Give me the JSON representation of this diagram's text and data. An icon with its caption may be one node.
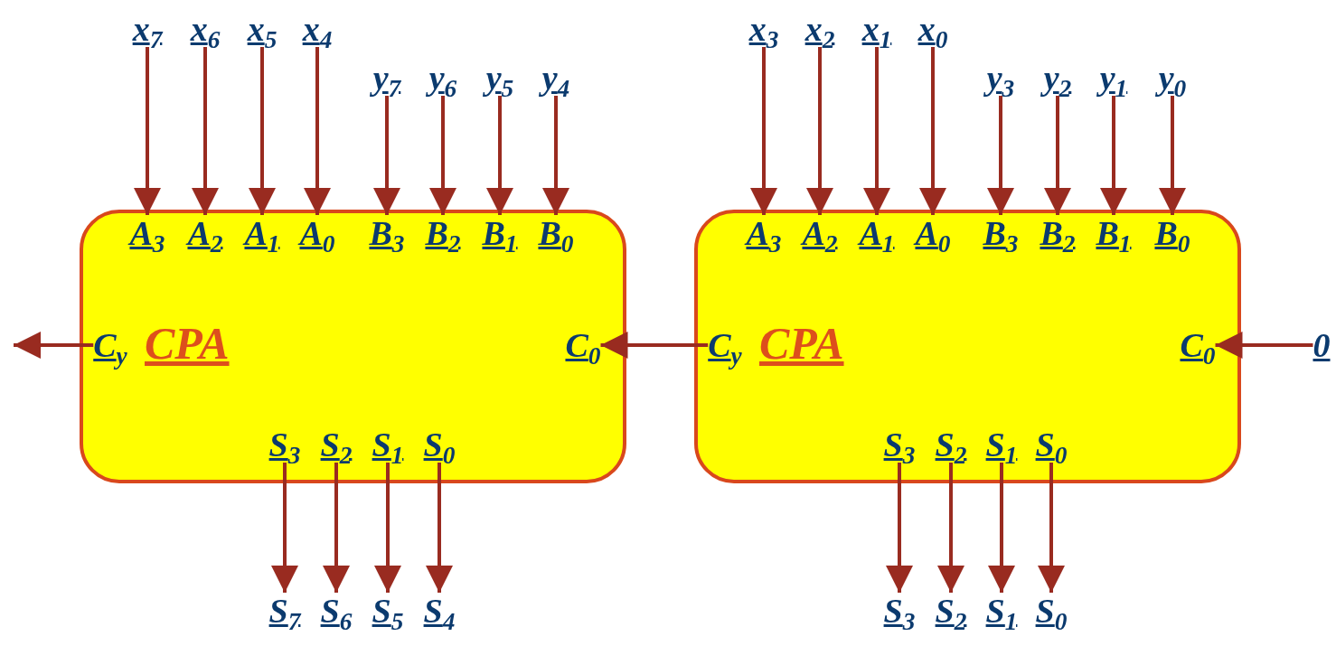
{
  "diagram": {
    "nodes": [
      {
        "text": [
          "x$_{7}$"
        ]
      },
      {
        "text": [
          "x$_{6}$"
        ]
      },
      {
        "text": [
          "x$_{5}$"
        ]
      },
      {
        "text": [
          "x$_{4}$"
        ]
      },
      {
        "text": [
          "y$_{7}$"
        ]
      },
      {
        "text": [
          "y$_{6}$"
        ]
      },
      {
        "text": [
          "y$_{5}$"
        ]
      },
      {
        "text": [
          "y$_{4}$"
        ]
      },
      {
        "text": [
          "CPA"
        ]
      },
      {
        "text": [
          "A$_{3}$"
        ],
        "in": 8
      },
      {
        "text": [
          "A$_{2}$"
        ],
        "in": 8
      },
      {
        "text": [
          "A$_{1}$"
        ],
        "in": 8
      },
      {
        "text": [
          "A$_{0}$"
        ],
        "in": 8
      },
      {
        "text": [
          "B$_{3}$"
        ],
        "in": 8
      },
      {
        "text": [
          "B$_{2}$"
        ],
        "in": 8
      },
      {
        "text": [
          "B$_{1}$"
        ],
        "in": 8
      },
      {
        "text": [
          "B$_{0}$"
        ],
        "in": 8
      },
      {
        "text": [
          "C$_{y}$"
        ],
        "in": 8
      },
      {
        "text": [
          "C$_{0}$"
        ],
        "in": 8
      },
      {
        "text": [
          "S$_{3}$"
        ],
        "in": 8
      },
      {
        "text": [
          "S$_{2}$"
        ],
        "in": 8
      },
      {
        "text": [
          "S$_{1}$"
        ],
        "in": 8
      },
      {
        "text": [
          "S$_{0}$"
        ],
        "in": 8
      },
      {
        "text": [
          "S$_{7}$"
        ]
      },
      {
        "text": [
          "S$_{6}$"
        ]
      },
      {
        "text": [
          "S$_{5}$"
        ]
      },
      {
        "text": [
          "S$_{4}$"
        ]
      },
      {
        "text": [
          "x$_{3}$"
        ]
      },
      {
        "text": [
          "x$_{2}$"
        ]
      },
      {
        "text": [
          "x$_{1}$"
        ]
      },
      {
        "text": [
          "x$_{0}$"
        ]
      },
      {
        "text": [
          "y$_{3}$"
        ]
      },
      {
        "text": [
          "y$_{2}$"
        ]
      },
      {
        "text": [
          "y$_{1}$"
        ]
      },
      {
        "text": [
          "y$_{0}$"
        ]
      },
      {
        "text": [
          "CPA"
        ]
      },
      {
        "text": [
          "A$_{3}$"
        ],
        "in": 35
      },
      {
        "text": [
          "A$_{2}$"
        ],
        "in": 35
      },
      {
        "text": [
          "A$_{1}$"
        ],
        "in": 35
      },
      {
        "text": [
          "A$_{0}$"
        ],
        "in": 35
      },
      {
        "text": [
          "B$_{3}$"
        ],
        "in": 35
      },
      {
        "text": [
          "B$_{2}$"
        ],
        "in": 35
      },
      {
        "text": [
          "B$_{1}$"
        ],
        "in": 35
      },
      {
        "text": [
          "B$_{0}$"
        ],
        "in": 35
      },
      {
        "text": [
          "C$_{y}$"
        ],
        "in": 35
      },
      {
        "text": [
          "C$_{0}$"
        ],
        "in": 35
      },
      {
        "text": [
          "S$_{3}$"
        ],
        "in": 35
      },
      {
        "text": [
          "S$_{2}$"
        ],
        "in": 35
      },
      {
        "text": [
          "S$_{1}$"
        ],
        "in": 35
      },
      {
        "text": [
          "S$_{0}$"
        ],
        "in": 35
      },
      {
        "text": [
          "0"
        ]
      },
      {
        "text": [
          "S$_{3}$"
        ]
      },
      {
        "text": [
          "S$_{2}$"
        ]
      },
      {
        "text": [
          "S$_{1}$"
        ]
      },
      {
        "text": [
          "S$_{0}$"
        ]
      }
    ],
    "edges": [
      {
        "from": 0,
        "to": 9,
        "arrow": "to"
      },
      {
        "from": 1,
        "to": 10,
        "arrow": "to"
      },
      {
        "from": 2,
        "to": 11,
        "arrow": "to"
      },
      {
        "from": 3,
        "to": 12,
        "arrow": "to"
      },
      {
        "from": 4,
        "to": 13,
        "arrow": "to"
      },
      {
        "from": 5,
        "to": 14,
        "arrow": "to"
      },
      {
        "from": 6,
        "to": 15,
        "arrow": "to"
      },
      {
        "from": 7,
        "to": 16,
        "arrow": "to"
      },
      {
        "from": 19,
        "to": 23,
        "arrow": "to"
      },
      {
        "from": 20,
        "to": 24,
        "arrow": "to"
      },
      {
        "from": 21,
        "to": 25,
        "arrow": "to"
      },
      {
        "from": 22,
        "to": 26,
        "arrow": "to"
      },
      {
        "from": 17,
        "to": null,
        "arrow": "to"
      },
      {
        "from": 27,
        "to": 36,
        "arrow": "to"
      },
      {
        "from": 28,
        "to": 37,
        "arrow": "to"
      },
      {
        "from": 29,
        "to": 38,
        "arrow": "to"
      },
      {
        "from": 30,
        "to": 39,
        "arrow": "to"
      },
      {
        "from": 31,
        "to": 40,
        "arrow": "to"
      },
      {
        "from": 32,
        "to": 41,
        "arrow": "to"
      },
      {
        "from": 33,
        "to": 42,
        "arrow": "to"
      },
      {
        "from": 34,
        "to": 43,
        "arrow": "to"
      },
      {
        "from": 46,
        "to": 51,
        "arrow": "to"
      },
      {
        "from": 47,
        "to": 52,
        "arrow": "to"
      },
      {
        "from": 48,
        "to": 53,
        "arrow": "to"
      },
      {
        "from": 49,
        "to": 54,
        "arrow": "to"
      },
      {
        "from": 44,
        "to": 18,
        "arrow": "to"
      },
      {
        "from": 50,
        "to": 45,
        "arrow": "to"
      }
    ]
  }
}
